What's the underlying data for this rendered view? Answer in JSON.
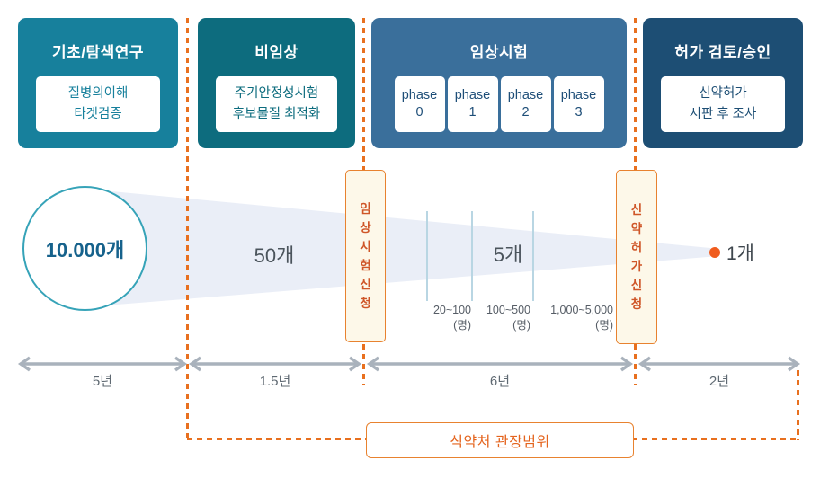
{
  "colors": {
    "stage_basic": "#17809c",
    "stage_nonclinical": "#0d6c7e",
    "stage_clinical": "#3a6f9b",
    "stage_approval": "#1d4e74",
    "accent_orange": "#e8701f",
    "milestone_fill": "#fdf8e9",
    "milestone_text": "#cf5628",
    "funnel_fill": "#eaeef7",
    "circle_border": "#36a3b8",
    "timeline_gray": "#a9b2bc",
    "final_dot": "#f05c1e"
  },
  "stages": [
    {
      "title": "기초/탐색연구",
      "sub_lines": [
        "질병의이해",
        "타겟검증"
      ]
    },
    {
      "title": "비임상",
      "sub_lines": [
        "주기안정성시험",
        "후보물질 최적화"
      ]
    },
    {
      "title": "임상시험",
      "phases": [
        {
          "label": "phase",
          "number": "0"
        },
        {
          "label": "phase",
          "number": "1"
        },
        {
          "label": "phase",
          "number": "2"
        },
        {
          "label": "phase",
          "number": "3"
        }
      ]
    },
    {
      "title": "허가 검토/승인",
      "sub_lines": [
        "신약허가",
        "시판 후 조사"
      ]
    }
  ],
  "funnel_counts": {
    "start": "10.000개",
    "after_nonclinical": "50개",
    "after_clinical": "5개",
    "final": "1개"
  },
  "milestones": [
    {
      "label": "임상시험신청"
    },
    {
      "label": "신약허가신청"
    }
  ],
  "participants": [
    {
      "range": "20~100",
      "unit": "(명)"
    },
    {
      "range": "100~500",
      "unit": "(명)"
    },
    {
      "range": "1,000~5,000",
      "unit": "(명)"
    }
  ],
  "timeline": {
    "segments": [
      {
        "duration": "5년"
      },
      {
        "duration": "1.5년"
      },
      {
        "duration": "6년"
      },
      {
        "duration": "2년"
      }
    ]
  },
  "scope": {
    "label": "식약처 관장범위"
  }
}
